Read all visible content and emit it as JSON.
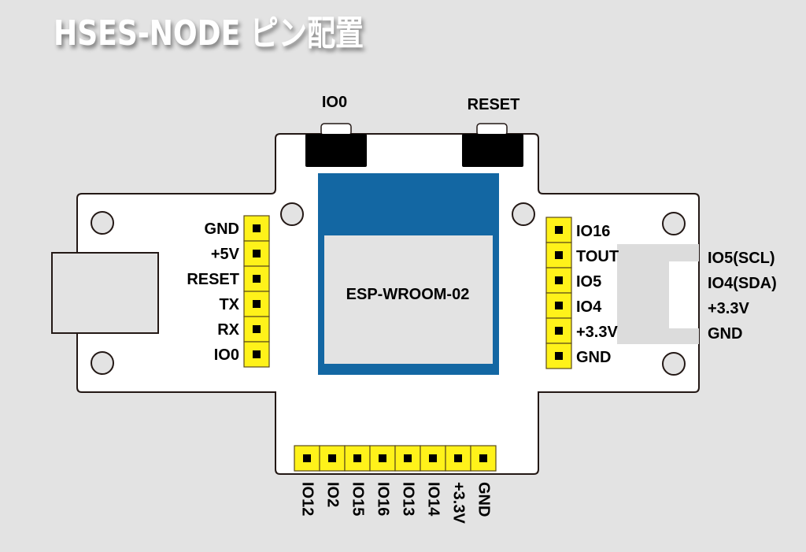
{
  "title": "HSES-NODE ピン配置",
  "buttons": {
    "io0": {
      "label": "IO0"
    },
    "reset": {
      "label": "RESET"
    }
  },
  "module": {
    "label": "ESP-WROOM-02",
    "color": "#1367a3"
  },
  "pin_color": "#fff21a",
  "left_header": [
    "GND",
    "+5V",
    "RESET",
    "TX",
    "RX",
    "IO0"
  ],
  "right_header": [
    "IO16",
    "TOUT",
    "IO5",
    "IO4",
    "+3.3V",
    "GND"
  ],
  "connector": [
    "IO5(SCL)",
    "IO4(SDA)",
    "+3.3V",
    "GND"
  ],
  "bottom_header": [
    "IO12",
    "IO2",
    "IO15",
    "IO16",
    "IO13",
    "IO14",
    "+3.3V",
    "GND"
  ]
}
